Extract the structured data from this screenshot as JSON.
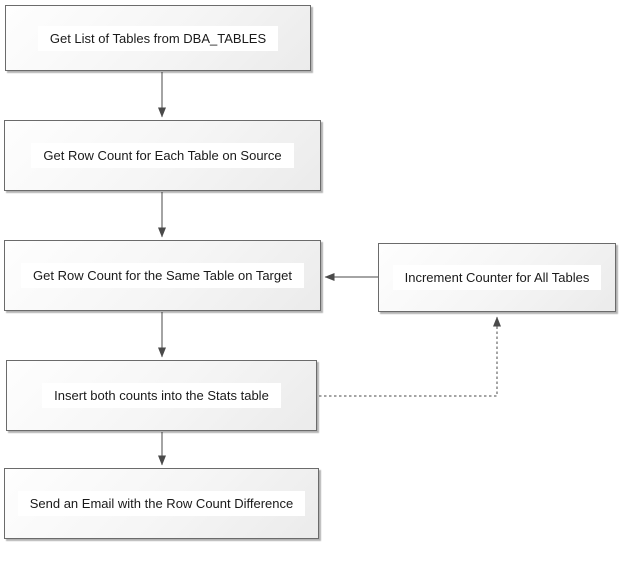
{
  "flowchart": {
    "nodes": {
      "get_tables": {
        "label": "Get List of Tables from DBA_TABLES"
      },
      "source_count": {
        "label": "Get Row Count for Each Table on Source"
      },
      "target_count": {
        "label": "Get Row Count for the Same Table on Target"
      },
      "increment_counter": {
        "label": "Increment Counter for All Tables"
      },
      "insert_stats": {
        "label": "Insert both counts into the Stats table"
      },
      "send_email": {
        "label": "Send an Email with the Row Count Difference"
      }
    },
    "edges": [
      {
        "from": "get_tables",
        "to": "source_count",
        "style": "solid"
      },
      {
        "from": "source_count",
        "to": "target_count",
        "style": "solid"
      },
      {
        "from": "increment_counter",
        "to": "target_count",
        "style": "solid"
      },
      {
        "from": "target_count",
        "to": "insert_stats",
        "style": "solid"
      },
      {
        "from": "insert_stats",
        "to": "send_email",
        "style": "solid"
      },
      {
        "from": "insert_stats",
        "to": "increment_counter",
        "style": "dotted"
      }
    ],
    "colors": {
      "canvas_background": "#ffffff",
      "node_border": "#6b6b6b",
      "node_fill_top": "#fefefe",
      "node_fill_bottom": "#ebebeb",
      "label_background": "#ffffff",
      "text": "#1a1a1a",
      "connector": "#4a4a4a",
      "shadow": "#b0b0b0"
    }
  }
}
